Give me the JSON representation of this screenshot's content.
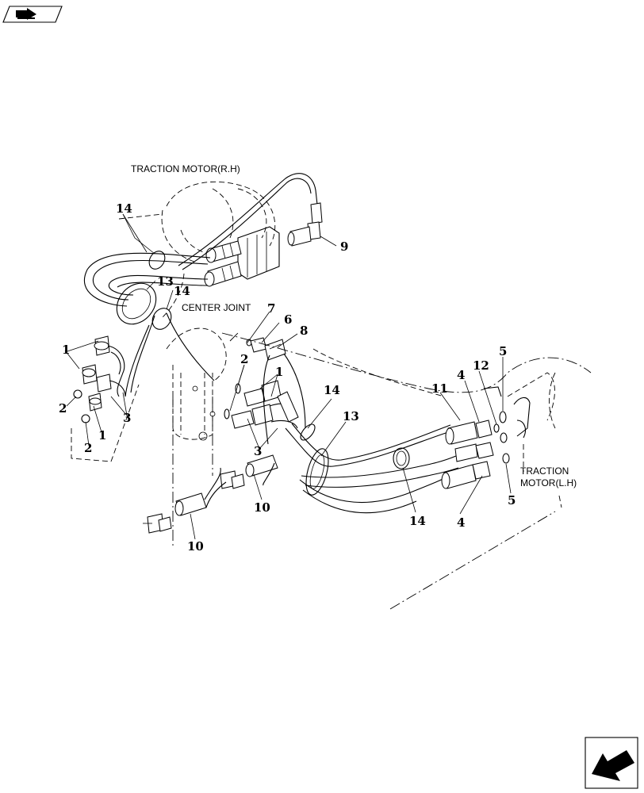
{
  "labels": {
    "traction_motor_rh": "TRACTION MOTOR(R.H)",
    "center_joint": "CENTER JOINT",
    "traction_motor_lh_line1": "TRACTION",
    "traction_motor_lh_line2": "MOTOR(L.H)"
  },
  "callouts": {
    "c1_a": "1",
    "c1_b": "1",
    "c2_a": "2",
    "c2_b": "2",
    "c2_c": "2",
    "c3_a": "3",
    "c3_b": "3",
    "c4_a": "4",
    "c4_b": "4",
    "c5_a": "5",
    "c5_b": "5",
    "c6": "6",
    "c7": "7",
    "c8": "8",
    "c9": "9",
    "c10_a": "10",
    "c10_b": "10",
    "c11": "11",
    "c12": "12",
    "c13_a": "13",
    "c13_b": "13",
    "c14_a": "14",
    "c14_b": "14",
    "c14_c": "14",
    "c14_d": "14"
  },
  "icons": {
    "top_left": "book-arrow-icon",
    "bottom_right": "next-page-arrow-icon"
  }
}
